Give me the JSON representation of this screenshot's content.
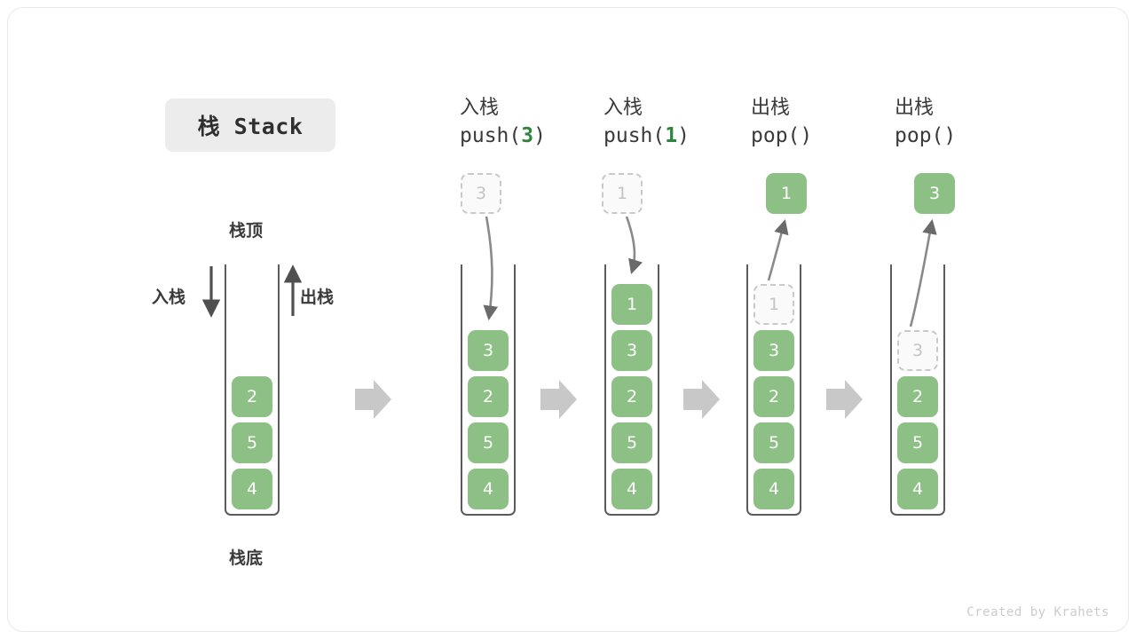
{
  "title": {
    "badge_label": "栈 Stack"
  },
  "legend": {
    "top_label": "栈顶",
    "bottom_label": "栈底",
    "push_label": "入栈",
    "pop_label": "出栈"
  },
  "credit": "Created by Krahets",
  "colors": {
    "cell_fill": "#8cc084",
    "cell_text": "#ffffff",
    "ghost_border": "#c9c9c9",
    "ghost_text": "#c4c4c4",
    "arrow_gray": "#c8c8c8",
    "stroke_dark": "#5b5b5b",
    "accent_green": "#2e8540",
    "badge_bg": "#ececec"
  },
  "columns": [
    {
      "id": "initial",
      "head_line1": "",
      "head_line2": "",
      "head_arg": "",
      "stack": [
        "2",
        "5",
        "4"
      ],
      "ghost": null,
      "result": null
    },
    {
      "id": "push-3",
      "head_line1": "入栈",
      "head_line2_prefix": "push(",
      "head_arg": "3",
      "head_line2_suffix": ")",
      "stack": [
        "3",
        "2",
        "5",
        "4"
      ],
      "ghost": {
        "value": "3",
        "position": "above",
        "direction": "down"
      },
      "result": null
    },
    {
      "id": "push-1",
      "head_line1": "入栈",
      "head_line2_prefix": "push(",
      "head_arg": "1",
      "head_line2_suffix": ")",
      "stack": [
        "1",
        "3",
        "2",
        "5",
        "4"
      ],
      "ghost": {
        "value": "1",
        "position": "above",
        "direction": "down"
      },
      "result": null
    },
    {
      "id": "pop-1",
      "head_line1": "出栈",
      "head_line2_prefix": "pop(",
      "head_arg": "",
      "head_line2_suffix": ")",
      "stack": [
        "3",
        "2",
        "5",
        "4"
      ],
      "ghost": {
        "value": "1",
        "position": "in-stack-top",
        "direction": "up"
      },
      "result": {
        "value": "1"
      }
    },
    {
      "id": "pop-3",
      "head_line1": "出栈",
      "head_line2_prefix": "pop(",
      "head_arg": "",
      "head_line2_suffix": ")",
      "stack": [
        "2",
        "5",
        "4"
      ],
      "ghost": {
        "value": "3",
        "position": "in-stack-top",
        "direction": "up"
      },
      "result": {
        "value": "3"
      }
    }
  ],
  "step_arrows": [
    {
      "name": "step-arrow-1"
    },
    {
      "name": "step-arrow-2"
    },
    {
      "name": "step-arrow-3"
    },
    {
      "name": "step-arrow-4"
    }
  ]
}
